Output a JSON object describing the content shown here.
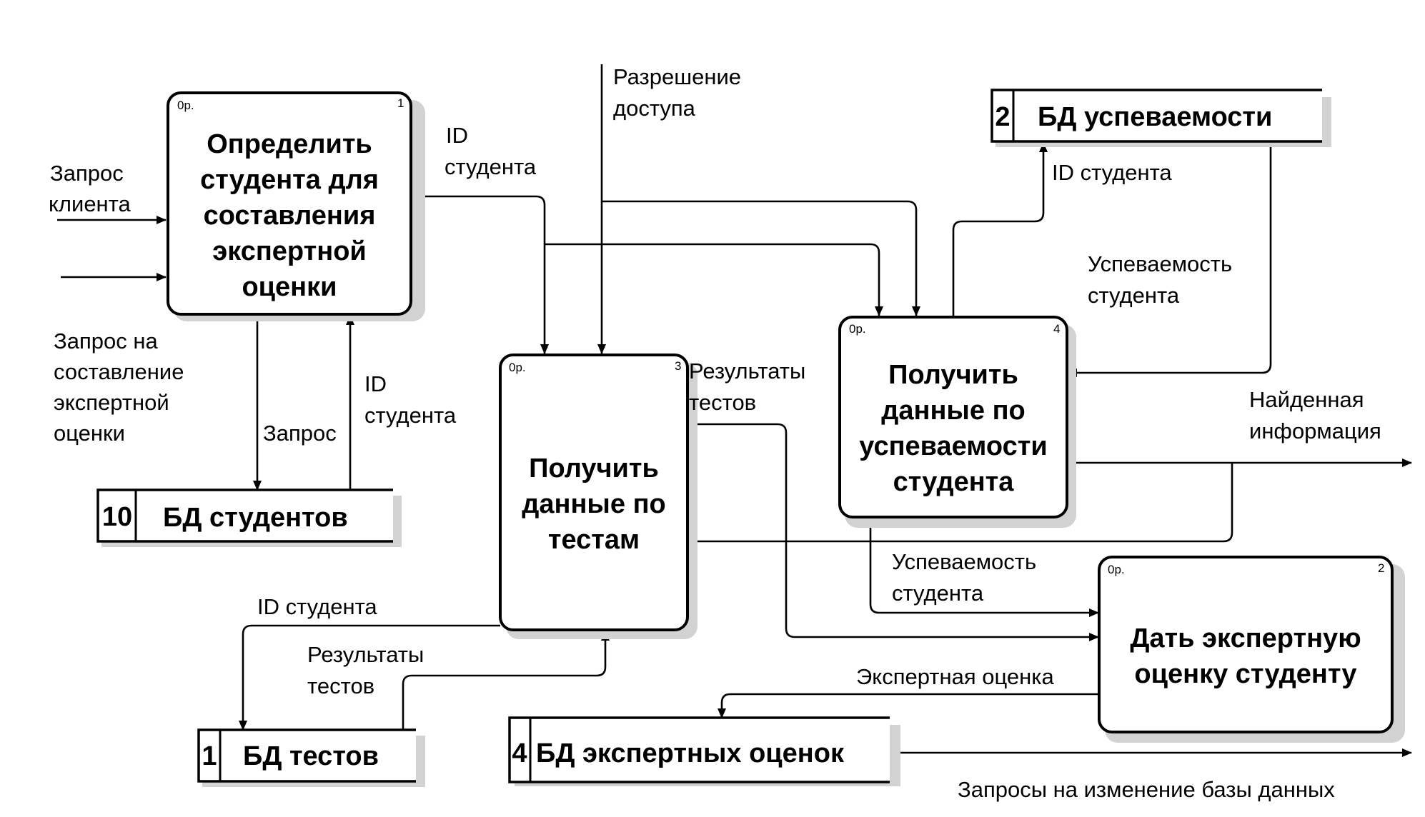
{
  "processes": {
    "p1": {
      "num": "1",
      "tag": "0р.",
      "title": [
        "Определить",
        "студента для",
        "составления",
        "экспертной",
        "оценки"
      ]
    },
    "p2": {
      "num": "2",
      "tag": "0р.",
      "title": [
        "Дать экспертную",
        "оценку студенту"
      ]
    },
    "p3": {
      "num": "3",
      "tag": "0р.",
      "title": [
        "Получить",
        "данные по",
        "тестам"
      ]
    },
    "p4": {
      "num": "4",
      "tag": "0р.",
      "title": [
        "Получить",
        "данные по",
        "успеваемости",
        "студента"
      ]
    }
  },
  "stores": {
    "s10": {
      "id": "10",
      "name": "БД студентов"
    },
    "s1": {
      "id": "1",
      "name": "БД тестов"
    },
    "s4": {
      "id": "4",
      "name": "БД экспертных оценок"
    },
    "s2": {
      "id": "2",
      "name": "БД успеваемости"
    }
  },
  "flows": {
    "client_request": [
      "Запрос",
      "клиента"
    ],
    "expert_request": [
      "Запрос на",
      "составление",
      "экспертной",
      "оценки"
    ],
    "id_student_top": [
      "ID",
      "студента"
    ],
    "access": [
      "Разрешение",
      "доступа"
    ],
    "id_student_store2": "ID студента",
    "perf_student_top": [
      "Успеваемость",
      "студента"
    ],
    "request": "Запрос",
    "id_student_mid": [
      "ID",
      "студента"
    ],
    "test_results_top": [
      "Результаты",
      "тестов"
    ],
    "found_info": [
      "Найденная",
      "информация"
    ],
    "perf_student_bottom": [
      "Успеваемость",
      "студента"
    ],
    "id_student_bottom": "ID студента",
    "test_results_bottom": [
      "Результаты",
      "тестов"
    ],
    "expert_grade": "Экспертная оценка",
    "db_change_requests": "Запросы на изменение базы данных"
  }
}
